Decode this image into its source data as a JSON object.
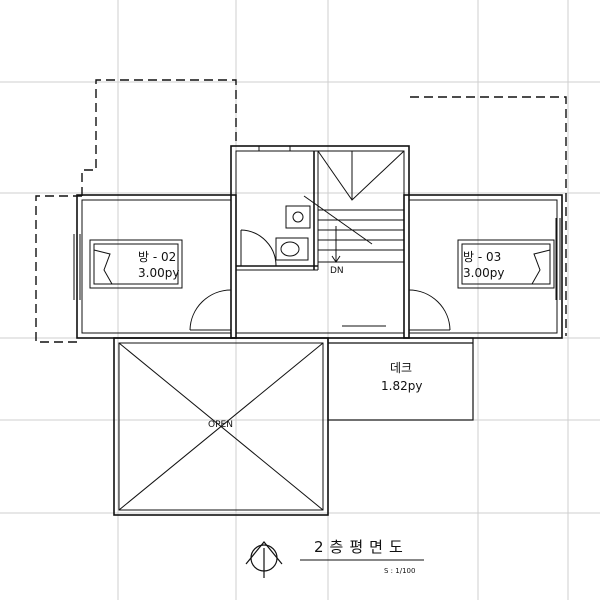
{
  "plan": {
    "title": "2층평면도",
    "scale": "S : 1/100",
    "colors": {
      "line": "#111111",
      "grid": "#c8c8c8",
      "background": "#ffffff"
    }
  },
  "rooms": [
    {
      "id": "room-02",
      "name": "방 - 02",
      "area": "3.00py"
    },
    {
      "id": "room-03",
      "name": "방 - 03",
      "area": "3.00py"
    },
    {
      "id": "deck",
      "name": "데크",
      "area": "1.82py"
    }
  ],
  "labels": {
    "open": "OPEN",
    "stair_dn": "DN"
  }
}
